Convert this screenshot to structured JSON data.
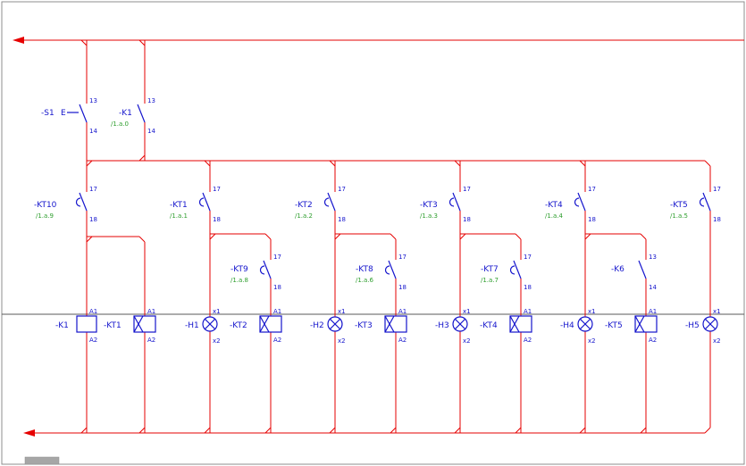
{
  "colors": {
    "wire": "#e60000",
    "symbol": "#1414cc",
    "crossref": "#2e9e2e",
    "separator": "#5a5a5a"
  },
  "contacts": {
    "s1": {
      "label": "-S1",
      "actuator": "E",
      "pin_top": "13",
      "pin_bottom": "14"
    },
    "k1": {
      "label": "-K1",
      "ref": "/1.a.0",
      "pin_top": "13",
      "pin_bottom": "14"
    },
    "kt10": {
      "label": "-KT10",
      "ref": "/1.a.9",
      "pin_top": "17",
      "pin_bottom": "18"
    },
    "kt1": {
      "label": "-KT1",
      "ref": "/1.a.1",
      "pin_top": "17",
      "pin_bottom": "18"
    },
    "kt2": {
      "label": "-KT2",
      "ref": "/1.a.2",
      "pin_top": "17",
      "pin_bottom": "18"
    },
    "kt3": {
      "label": "-KT3",
      "ref": "/1.a.3",
      "pin_top": "17",
      "pin_bottom": "18"
    },
    "kt4": {
      "label": "-KT4",
      "ref": "/1.a.4",
      "pin_top": "17",
      "pin_bottom": "18"
    },
    "kt5": {
      "label": "-KT5",
      "ref": "/1.a.5",
      "pin_top": "17",
      "pin_bottom": "18"
    },
    "kt9": {
      "label": "-KT9",
      "ref": "/1.a.8",
      "pin_top": "17",
      "pin_bottom": "18"
    },
    "kt8": {
      "label": "-KT8",
      "ref": "/1.a.6",
      "pin_top": "17",
      "pin_bottom": "18"
    },
    "kt7": {
      "label": "-KT7",
      "ref": "/1.a.7",
      "pin_top": "17",
      "pin_bottom": "18"
    },
    "k6": {
      "label": "-K6",
      "pin_top": "13",
      "pin_bottom": "14"
    }
  },
  "coils": {
    "k1": {
      "label": "-K1",
      "pin_top": "A1",
      "pin_bottom": "A2"
    },
    "kt1": {
      "label": "-KT1",
      "pin_top": "A1",
      "pin_bottom": "A2"
    },
    "kt2": {
      "label": "-KT2",
      "pin_top": "A1",
      "pin_bottom": "A2"
    },
    "kt3": {
      "label": "-KT3",
      "pin_top": "A1",
      "pin_bottom": "A2"
    },
    "kt4": {
      "label": "-KT4",
      "pin_top": "A1",
      "pin_bottom": "A2"
    },
    "kt5": {
      "label": "-KT5",
      "pin_top": "A1",
      "pin_bottom": "A2"
    }
  },
  "lamps": {
    "h1": {
      "label": "-H1",
      "pin_top": "x1",
      "pin_bottom": "x2"
    },
    "h2": {
      "label": "-H2",
      "pin_top": "x1",
      "pin_bottom": "x2"
    },
    "h3": {
      "label": "-H3",
      "pin_top": "x1",
      "pin_bottom": "x2"
    },
    "h4": {
      "label": "-H4",
      "pin_top": "x1",
      "pin_bottom": "x2"
    },
    "h5": {
      "label": "-H5",
      "pin_top": "x1",
      "pin_bottom": "x2"
    }
  }
}
